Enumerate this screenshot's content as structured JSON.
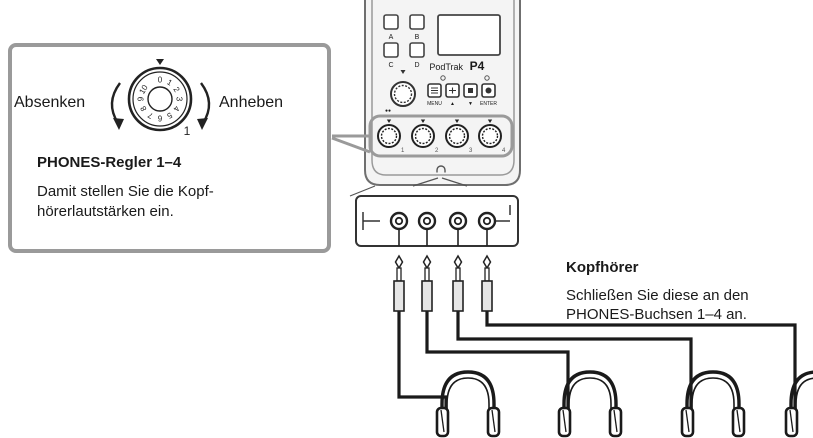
{
  "callout": {
    "lower_label": "Absenken",
    "raise_label": "Anheben",
    "knob_digits": [
      "0",
      "1",
      "2",
      "3",
      "4",
      "5",
      "6",
      "7",
      "8",
      "9",
      "10"
    ],
    "knob_position": "1",
    "title": "PHONES-Regler 1–4",
    "desc_line1": "Damit stellen Sie die Kopf-",
    "desc_line2": "hörerlautstärken ein."
  },
  "device": {
    "button_labels": [
      "A",
      "B",
      "C",
      "D"
    ],
    "brand": "PodTrak",
    "model": "P4",
    "menu_label": "MENU",
    "enter_label": "ENTER",
    "up_glyph": "▲",
    "down_glyph": "▼",
    "knob_numbers": [
      "1",
      "2",
      "3",
      "4"
    ]
  },
  "headphones": {
    "title": "Kopfhörer",
    "line1": "Schließen Sie diese an den",
    "line2": "PHONES-Buchsen 1–4 an.",
    "count": 4
  }
}
